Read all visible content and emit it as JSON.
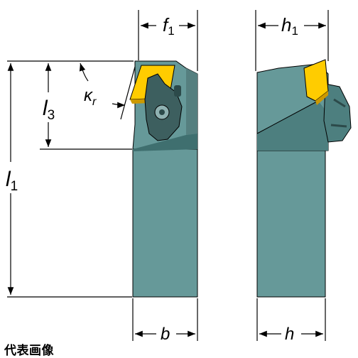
{
  "caption": "代表画像",
  "colors": {
    "body": "#669999",
    "body_dark": "#4d7f7f",
    "insert": "#ffcc00",
    "insert_dark": "#cc9900",
    "line": "#000000"
  },
  "labels": {
    "f": {
      "main": "f",
      "sub": "1"
    },
    "h_top": {
      "main": "h",
      "sub": "1"
    },
    "l3": {
      "main": "l",
      "sub": "3"
    },
    "l1": {
      "main": "l",
      "sub": "1"
    },
    "kr": {
      "main": "κ",
      "sub": "r"
    },
    "b": {
      "main": "b"
    },
    "h_bottom": {
      "main": "h"
    }
  }
}
